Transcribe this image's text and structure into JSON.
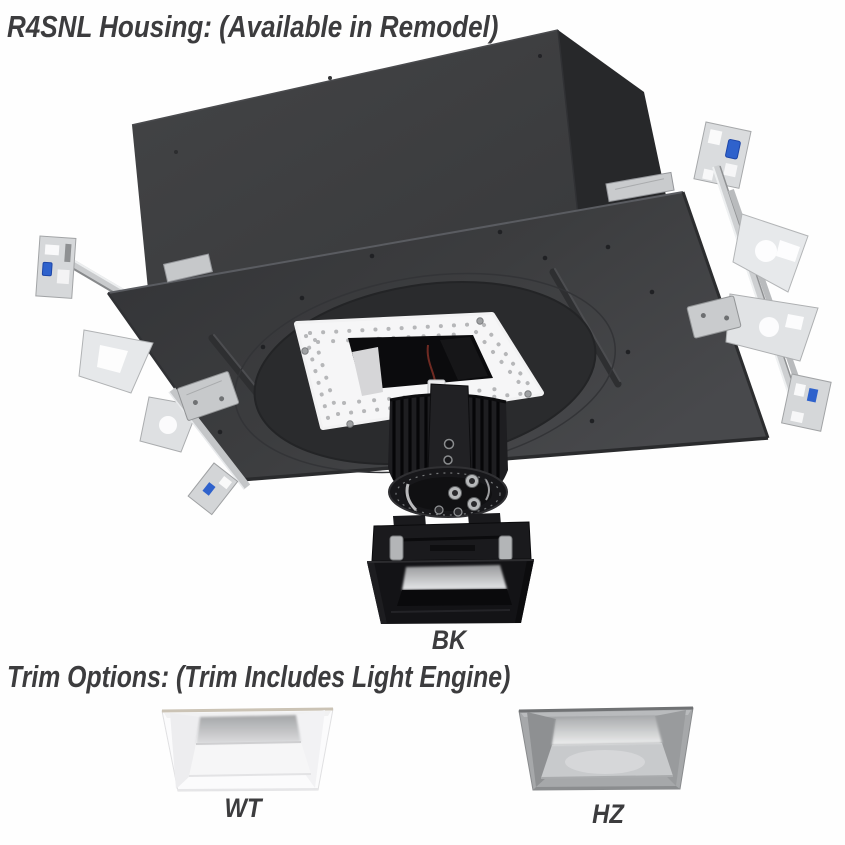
{
  "header": {
    "title": "R4SNL Housing: (Available in Remodel)"
  },
  "housing_figure": {
    "trim_code": "BK"
  },
  "trim_section": {
    "title": "Trim Options: (Trim Includes Light Engine)",
    "options": [
      {
        "code": "WT"
      },
      {
        "code": "HZ"
      }
    ]
  },
  "colors": {
    "label_text": "#3c3c3e",
    "background": "#fefefe",
    "housing_pan": "#3a3b3d",
    "junction_box": "#3f4042",
    "trim_bk": "#131316",
    "trim_wt": "#fbfbfc",
    "trim_hz": "#a6a8aa",
    "bracket_steel": "#d5d7d9",
    "clip_blue": "#2f62cc",
    "plaster_frame": "#f2f2f3"
  }
}
